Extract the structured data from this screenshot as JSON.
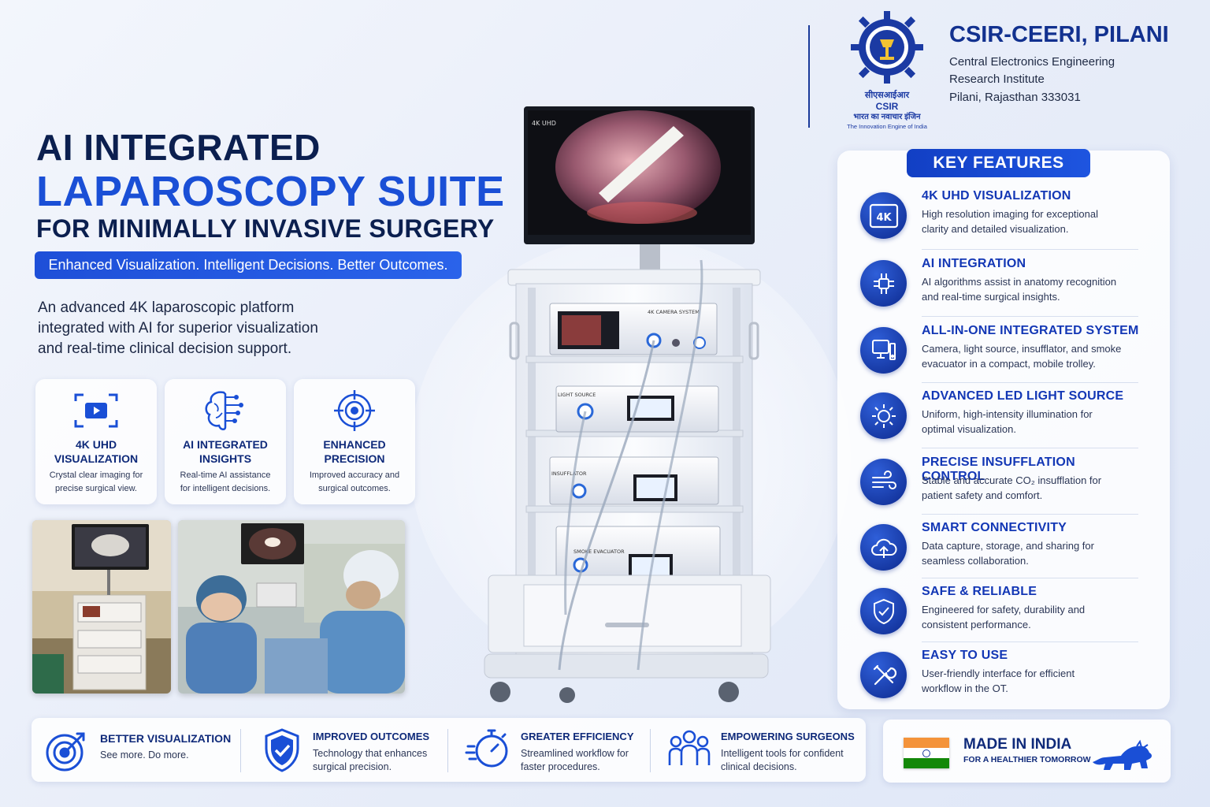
{
  "header": {
    "title_line1": "AI INTEGRATED",
    "title_line2": "LAPAROSCOPY SUITE",
    "title_line3": "FOR MINIMALLY INVASIVE SURGERY",
    "tagline": "Enhanced Visualization. Intelligent Decisions. Better Outcomes.",
    "intro": [
      "An advanced 4K laparoscopic platform",
      "integrated with AI for superior visualization",
      "and real-time clinical decision support."
    ]
  },
  "left_cards": [
    {
      "title1": "4K UHD",
      "title2": "VISUALIZATION",
      "desc1": "Crystal clear imaging for",
      "desc2": "precise surgical view.",
      "icon": "video-icon"
    },
    {
      "title1": "AI INTEGRATED",
      "title2": "INSIGHTS",
      "desc1": "Real-time AI assistance",
      "desc2": "for intelligent decisions.",
      "icon": "brain-icon"
    },
    {
      "title1": "ENHANCED",
      "title2": "PRECISION",
      "desc1": "Improved accuracy and",
      "desc2": "surgical outcomes.",
      "icon": "target-icon"
    }
  ],
  "organization": {
    "name": "CSIR-CEERI, PILANI",
    "line1": "Central Electronics Engineering",
    "line2": "Research Institute",
    "line3": "Pilani, Rajasthan 333031",
    "logo_hindi": "सीएसआईआर",
    "logo_short": "CSIR",
    "logo_hindi2": "भारत का नवाचार इंजिन",
    "logo_tagline": "The Innovation Engine of India"
  },
  "device": {
    "monitor_label": "4K UHD",
    "camera_label": "4K CAMERA SYSTEM",
    "light_label": "LIGHT SOURCE",
    "insufflator_label": "INSUFFLATOR",
    "smoke_label": "SMOKE EVACUATOR"
  },
  "key_features": {
    "heading": "KEY FEATURES",
    "items": [
      {
        "title": "4K UHD VISUALIZATION",
        "line1": "High resolution imaging for exceptional",
        "line2": "clarity and detailed visualization.",
        "icon": "4k-icon",
        "icon_text": "4K"
      },
      {
        "title": "AI INTEGRATION",
        "line1": "AI algorithms assist in anatomy recognition",
        "line2": "and real-time surgical insights.",
        "icon": "circuit-icon"
      },
      {
        "title": "ALL-IN-ONE INTEGRATED SYSTEM",
        "line1": "Camera, light source, insufflator, and smoke",
        "line2": "evacuator in a compact, mobile trolley.",
        "icon": "system-icon"
      },
      {
        "title": "ADVANCED LED LIGHT SOURCE",
        "line1": "Uniform, high-intensity illumination for",
        "line2": "optimal visualization.",
        "icon": "light-icon"
      },
      {
        "title": "PRECISE INSUFFLATION CONTROL",
        "line1": "Stable and accurate CO₂ insufflation for",
        "line2": "patient safety and comfort.",
        "icon": "airflow-icon"
      },
      {
        "title": "SMART CONNECTIVITY",
        "line1": "Data capture, storage, and sharing for",
        "line2": "seamless collaboration.",
        "icon": "cloud-icon"
      },
      {
        "title": "SAFE & RELIABLE",
        "line1": "Engineered for safety, durability and",
        "line2": "consistent performance.",
        "icon": "shield-icon"
      },
      {
        "title": "EASY TO USE",
        "line1": "User-friendly interface for efficient",
        "line2": "workflow in the OT.",
        "icon": "tools-icon"
      }
    ]
  },
  "bottom": [
    {
      "title": "BETTER VISUALIZATION",
      "line1": "See more. Do more.",
      "line2": "",
      "icon": "target-arrow-icon"
    },
    {
      "title": "IMPROVED OUTCOMES",
      "line1": "Technology that enhances",
      "line2": "surgical precision.",
      "icon": "shield-check-icon"
    },
    {
      "title": "GREATER EFFICIENCY",
      "line1": "Streamlined workflow for",
      "line2": "faster procedures.",
      "icon": "stopwatch-icon"
    },
    {
      "title": "EMPOWERING SURGEONS",
      "line1": "Intelligent tools for confident",
      "line2": "clinical decisions.",
      "icon": "team-icon"
    }
  ],
  "made_in_india": {
    "title": "MADE IN INDIA",
    "subtitle": "FOR A HEALTHIER TOMORROW",
    "flag_colors": [
      "#f4933a",
      "#ffffff",
      "#138808"
    ],
    "accent": "#1a4fd6"
  }
}
